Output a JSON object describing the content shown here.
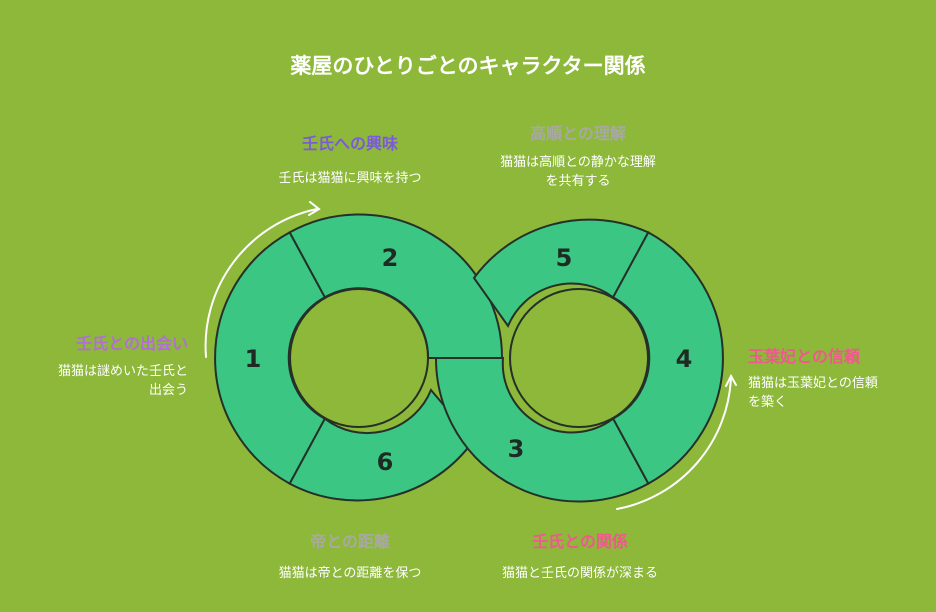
{
  "title": "薬屋のひとりごとのキャラクター関係",
  "colors": {
    "background": "#8db83a",
    "segment_fill": "#3cc683",
    "segment_stroke": "#243028",
    "label_purple": "#7a5cd6",
    "label_violet": "#b16fd6",
    "label_gray": "#a7a9a2",
    "label_pink": "#f0588e"
  },
  "segments": [
    {
      "number": "1",
      "label": "壬氏との出会い",
      "description": [
        "猫猫は謎めいた壬氏と",
        "出会う"
      ]
    },
    {
      "number": "2",
      "label": "壬氏への興味",
      "description": [
        "壬氏は猫猫に興味を持つ"
      ]
    },
    {
      "number": "3",
      "label": "壬氏との関係",
      "description": [
        "猫猫と壬氏の関係が深まる"
      ]
    },
    {
      "number": "4",
      "label": "玉葉妃との信頼",
      "description": [
        "猫猫は玉葉妃との信頼",
        "を築く"
      ]
    },
    {
      "number": "5",
      "label": "高順との理解",
      "description": [
        "猫猫は高順との静かな理解",
        "を共有する"
      ]
    },
    {
      "number": "6",
      "label": "帝との距離",
      "description": [
        "猫猫は帝との距離を保つ"
      ]
    }
  ],
  "arrow_icons": [
    "curved-arrow-icon",
    "curved-arrow-icon"
  ]
}
